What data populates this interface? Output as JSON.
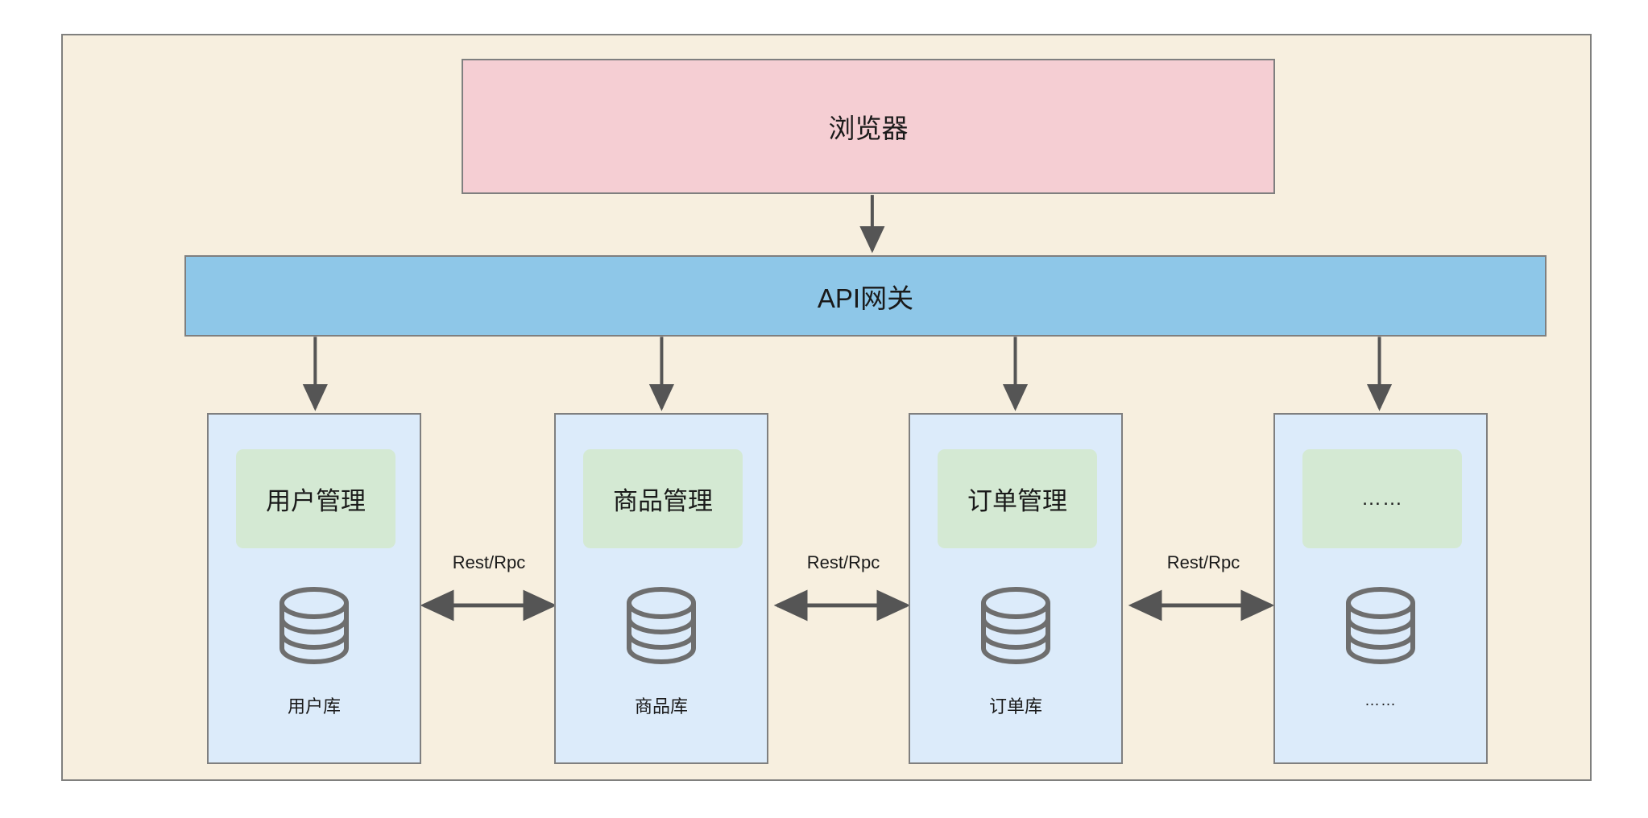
{
  "diagram": {
    "type": "architecture-diagram",
    "background_color": "#f7efdf",
    "border_color": "#80807e",
    "top_node": {
      "label": "浏览器",
      "fill": "#f5ced3"
    },
    "gateway_node": {
      "label": "API网关",
      "fill": "#8ec7e8"
    },
    "services": [
      {
        "title": "用户管理",
        "db_label": "用户库",
        "db_icon": "database-cylinder-icon",
        "container_fill": "#dcebfa",
        "title_fill": "#d4e9d3"
      },
      {
        "title": "商品管理",
        "db_label": "商品库",
        "db_icon": "database-cylinder-icon",
        "container_fill": "#dcebfa",
        "title_fill": "#d4e9d3"
      },
      {
        "title": "订单管理",
        "db_label": "订单库",
        "db_icon": "database-cylinder-icon",
        "container_fill": "#dcebfa",
        "title_fill": "#d4e9d3"
      },
      {
        "title": "……",
        "db_label": "……",
        "db_icon": "database-cylinder-icon",
        "container_fill": "#dcebfa",
        "title_fill": "#d4e9d3"
      }
    ],
    "links": [
      {
        "label": "Rest/Rpc",
        "direction": "bidirectional"
      },
      {
        "label": "Rest/Rpc",
        "direction": "bidirectional"
      },
      {
        "label": "Rest/Rpc",
        "direction": "bidirectional"
      }
    ],
    "arrow_color": "#555555"
  }
}
